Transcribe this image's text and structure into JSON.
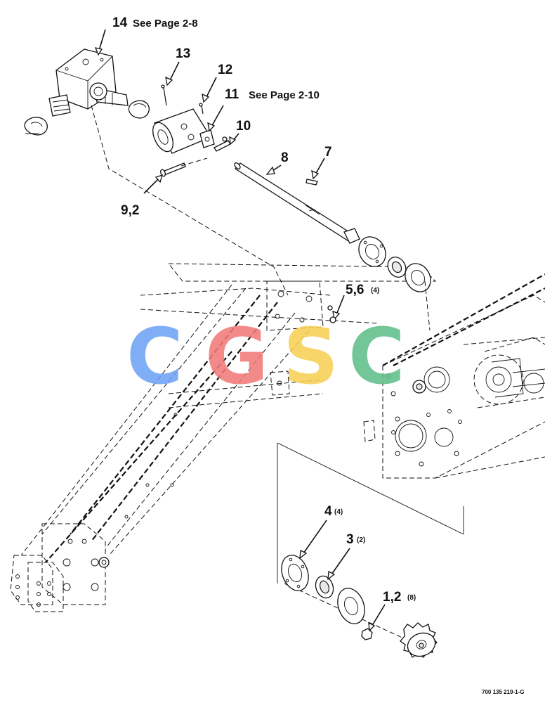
{
  "callouts": {
    "c14": "14",
    "c14_ref": "See Page 2-8",
    "c13": "13",
    "c12": "12",
    "c11": "11",
    "c11_ref": "See Page 2-10",
    "c10": "10",
    "c8": "8",
    "c7": "7",
    "c92": "9,2",
    "c56": "5,6",
    "c56_qty": "(4)",
    "c4": "4",
    "c4_qty": "(4)",
    "c3": "3",
    "c3_qty": "(2)",
    "c12b": "1,2",
    "c12b_qty": "(8)"
  },
  "figure_id": "700 135 219-1-G",
  "watermark": {
    "letters": [
      "C",
      "G",
      "S",
      "C"
    ],
    "colors": [
      "#6fa3f5",
      "#f07a78",
      "#f7d055",
      "#5fbf8a"
    ]
  }
}
